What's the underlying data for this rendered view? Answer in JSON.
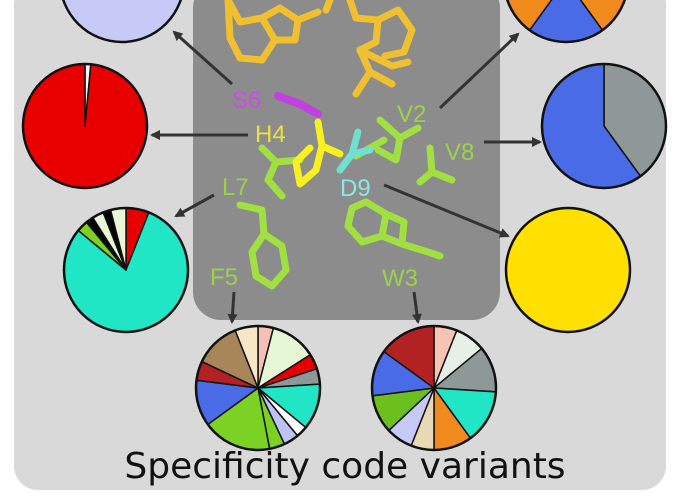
{
  "colors": {
    "panel": "#d9d9d9",
    "inner": "#8c8c8c",
    "stick_gold": "#f0c030",
    "stick_green": "#a0e040",
    "stick_yellow": "#f8f020",
    "stick_magenta": "#c040e0",
    "stick_cyan": "#70e0d0"
  },
  "labels": {
    "s6": {
      "text": "S6",
      "color": "#c74ee6"
    },
    "h4": {
      "text": "H4",
      "color": "#e9e33a"
    },
    "l7": {
      "text": "L7",
      "color": "#9ad34b"
    },
    "f5": {
      "text": "F5",
      "color": "#9ad34b"
    },
    "v2": {
      "text": "V2",
      "color": "#9ad34b"
    },
    "v8": {
      "text": "V8",
      "color": "#9ad34b"
    },
    "d9": {
      "text": "D9",
      "color": "#8fe6e0"
    },
    "w3": {
      "text": "W3",
      "color": "#9ad34b"
    }
  },
  "caption": "Specificity code variants",
  "pies": [
    {
      "id": "pie-top-left",
      "slices": [
        {
          "value": 100,
          "color": "#c7c9f7"
        }
      ]
    },
    {
      "id": "pie-top-right",
      "slices": [
        {
          "value": 40,
          "color": "#f08a1c"
        },
        {
          "value": 20,
          "color": "#4a6be6"
        },
        {
          "value": 40,
          "color": "#f08a1c"
        }
      ]
    },
    {
      "id": "pie-h4",
      "slices": [
        {
          "value": 1.5,
          "color": "#ffffff"
        },
        {
          "value": 98.5,
          "color": "#e80000"
        }
      ]
    },
    {
      "id": "pie-v8",
      "slices": [
        {
          "value": 40,
          "color": "#8e9898"
        },
        {
          "value": 60,
          "color": "#4a6be6"
        }
      ]
    },
    {
      "id": "pie-l7",
      "slices": [
        {
          "value": 6,
          "color": "#e80000"
        },
        {
          "value": 80,
          "color": "#20e6c6"
        },
        {
          "value": 3,
          "color": "#7bd124"
        },
        {
          "value": 2,
          "color": "#000000"
        },
        {
          "value": 3,
          "color": "#e6f7d6"
        },
        {
          "value": 2,
          "color": "#000000"
        },
        {
          "value": 4,
          "color": "#eaf6d6"
        }
      ]
    },
    {
      "id": "pie-d9",
      "slices": [
        {
          "value": 100,
          "color": "#ffe000"
        }
      ]
    },
    {
      "id": "pie-f5",
      "slices": [
        {
          "value": 4,
          "color": "#f4c2b4"
        },
        {
          "value": 12,
          "color": "#e6f7d6"
        },
        {
          "value": 4,
          "color": "#e80000"
        },
        {
          "value": 4,
          "color": "#8e9898"
        },
        {
          "value": 12,
          "color": "#20e6c6"
        },
        {
          "value": 3,
          "color": "#ffffff"
        },
        {
          "value": 4,
          "color": "#bfc2f7"
        },
        {
          "value": 4,
          "color": "#7bd124"
        },
        {
          "value": 18,
          "color": "#7bd124"
        },
        {
          "value": 12,
          "color": "#4a6be6"
        },
        {
          "value": 5,
          "color": "#b22222"
        },
        {
          "value": 12,
          "color": "#a8865a"
        },
        {
          "value": 6,
          "color": "#f7e7c7"
        }
      ]
    },
    {
      "id": "pie-w3",
      "slices": [
        {
          "value": 6,
          "color": "#f7c4b4"
        },
        {
          "value": 8,
          "color": "#e6f0e6"
        },
        {
          "value": 12,
          "color": "#8e9898"
        },
        {
          "value": 14,
          "color": "#20e6c6"
        },
        {
          "value": 10,
          "color": "#f08a1c"
        },
        {
          "value": 6,
          "color": "#e8d8b4"
        },
        {
          "value": 7,
          "color": "#c7c9f7"
        },
        {
          "value": 10,
          "color": "#6cc01e"
        },
        {
          "value": 12,
          "color": "#4a6be6"
        },
        {
          "value": 15,
          "color": "#b22222"
        }
      ]
    }
  ]
}
